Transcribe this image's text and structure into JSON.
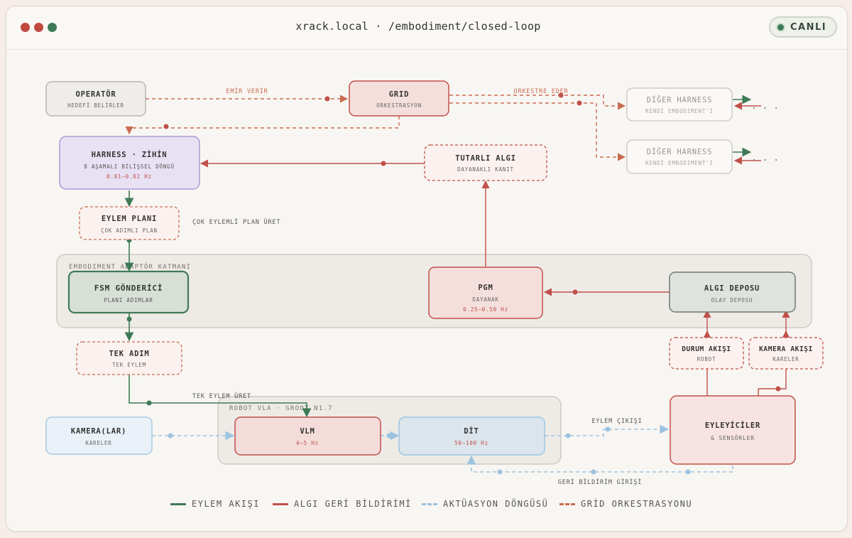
{
  "window": {
    "url": "xrack.local · /embodiment/closed-loop",
    "live_label": "CANLI",
    "traffic_lights": [
      "#c0483f",
      "#c0483f",
      "#3f7a57"
    ]
  },
  "colors": {
    "action": "#3f7a57",
    "perception": "#c0504a",
    "actuation": "#9cc3e0",
    "grid": "#c96b52"
  },
  "nodes": {
    "operator": {
      "title": "OPERATÖR",
      "sub": "HEDEFİ BELİRLER"
    },
    "grid": {
      "title": "GRID",
      "sub": "ORKESTRASYON"
    },
    "other1": {
      "title": "DİĞER HARNESS",
      "sub": "KENDİ EMBODIMENT'I"
    },
    "other2": {
      "title": "DİĞER HARNESS",
      "sub": "KENDİ EMBODIMENT'I"
    },
    "harness": {
      "title": "HARNESS · ZİHİN",
      "sub": "8 AŞAMALI BİLİŞSEL DÖNGÜ",
      "rate": "0.01–0.02 Hz"
    },
    "tutarli": {
      "title": "TUTARLI ALGI",
      "sub": "DAYANAKLI KANIT"
    },
    "plan": {
      "title": "EYLEM PLANI",
      "sub": "ÇOK ADIMLI PLAN"
    },
    "fsm": {
      "title": "FSM GÖNDERİCİ",
      "sub": "PLANI ADIMLAR"
    },
    "pgm": {
      "title": "PGM",
      "sub": "DAYANAK",
      "rate": "0.25–0.50 Hz"
    },
    "store": {
      "title": "ALGI DEPOSU",
      "sub": "OLAY DEPOSU"
    },
    "state": {
      "title": "DURUM AKIŞI",
      "sub": "ROBOT"
    },
    "camstream": {
      "title": "KAMERA AKIŞI",
      "sub": "KARELER"
    },
    "step": {
      "title": "TEK ADIM",
      "sub": "TEK EYLEM"
    },
    "camera": {
      "title": "KAMERA(LAR)",
      "sub": "KARELER"
    },
    "vlm": {
      "title": "VLM",
      "rate": "4–5 Hz"
    },
    "dit": {
      "title": "DİT",
      "rate": "50–100 Hz"
    },
    "actuators": {
      "title": "EYLEYİCİLER",
      "sub": "& SENSÖRLER"
    }
  },
  "groups": {
    "adapter": "EMBODIMENT ADAPTÖR KATMANI",
    "vla": "ROBOT VLA · GROOT N1.7"
  },
  "edge_labels": {
    "emir": "EMİR VERİR",
    "orkestre": "ORKESTRE EDER",
    "cok": "ÇOK EYLEMLİ PLAN ÜRET",
    "tek": "TEK EYLEM ÜRET",
    "cikis": "EYLEM ÇIKIŞI",
    "geri": "GERİ BİLDİRİM GİRİŞİ",
    "ellipsis": ". . ."
  },
  "legend": [
    {
      "label": "EYLEM AKIŞI",
      "color": "#3f7a57",
      "style": "solid"
    },
    {
      "label": "ALGI GERİ BİLDİRİMİ",
      "color": "#c0504a",
      "style": "solid"
    },
    {
      "label": "AKTÜASYON DÖNGÜSÜ",
      "color": "#9cc3e0",
      "style": "dashed"
    },
    {
      "label": "GRİD ORKESTRASYONU",
      "color": "#c96b52",
      "style": "dashed"
    }
  ]
}
